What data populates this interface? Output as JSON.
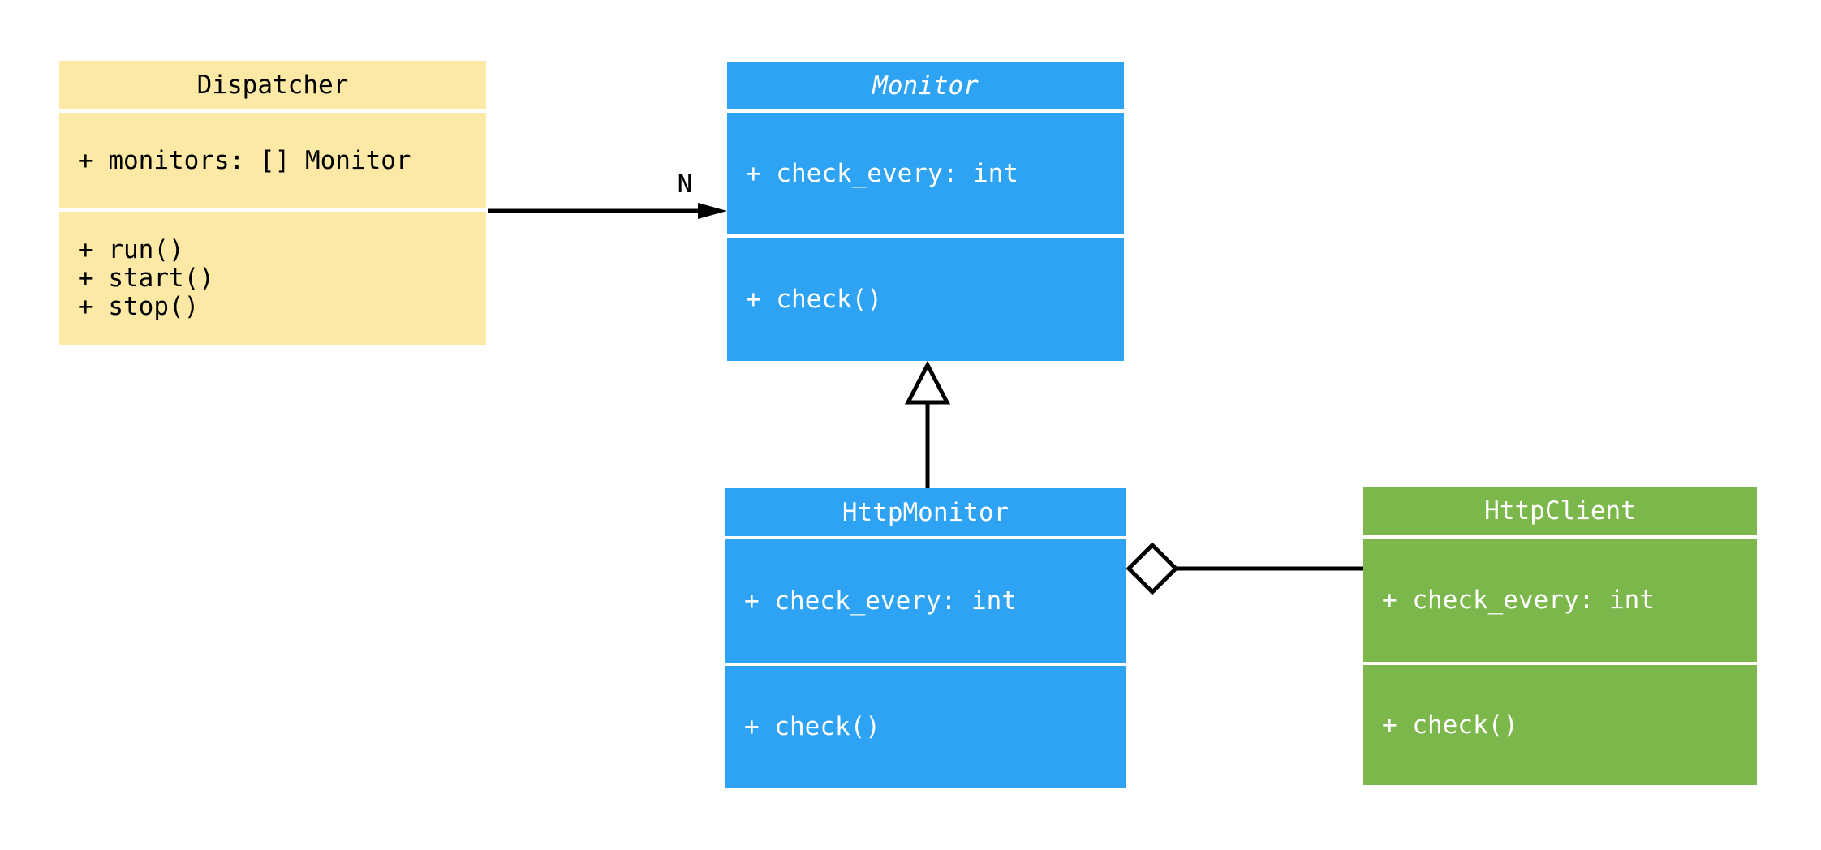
{
  "diagram": {
    "type": "uml-class-diagram",
    "background": "#ffffff",
    "line_color": "#000000",
    "classes": [
      {
        "name": "Dispatcher",
        "title": "Dispatcher",
        "title_style": "normal",
        "stereotype": "class",
        "fill": "#FCE9A6",
        "text_color": "#000000",
        "attributes": [
          "+ monitors: [] Monitor"
        ],
        "methods": [
          "+ run()",
          "+ start()",
          "+ stop()"
        ]
      },
      {
        "name": "Monitor",
        "title": "Monitor",
        "title_style": "italic",
        "stereotype": "abstract",
        "fill": "#2EA3F4",
        "text_color": "#ffffff",
        "attributes": [
          "+ check_every: int"
        ],
        "methods": [
          "+ check()"
        ]
      },
      {
        "name": "HttpMonitor",
        "title": "HttpMonitor",
        "title_style": "normal",
        "stereotype": "class",
        "fill": "#2EA3F4",
        "text_color": "#ffffff",
        "attributes": [
          "+ check_every: int"
        ],
        "methods": [
          "+ check()"
        ]
      },
      {
        "name": "HttpClient",
        "title": "HttpClient",
        "title_style": "normal",
        "stereotype": "class",
        "fill": "#7BB74B",
        "text_color": "#ffffff",
        "attributes": [
          "+ check_every: int"
        ],
        "methods": [
          "+ check()"
        ]
      }
    ],
    "relationships": [
      {
        "type": "association",
        "from": "Dispatcher",
        "to": "Monitor",
        "label": "N"
      },
      {
        "type": "inheritance",
        "from": "HttpMonitor",
        "to": "Monitor",
        "label": ""
      },
      {
        "type": "aggregation",
        "from": "HttpMonitor",
        "to": "HttpClient",
        "label": ""
      }
    ]
  }
}
